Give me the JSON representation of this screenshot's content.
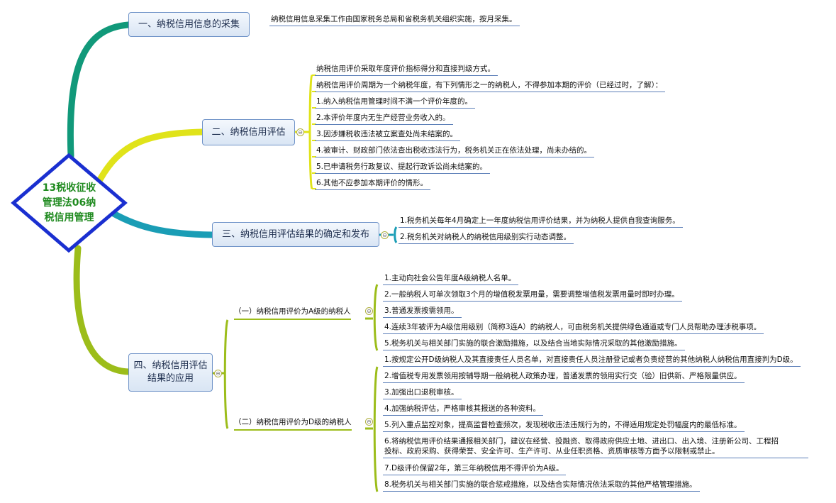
{
  "central": {
    "title": "13税收征收管理法06纳税信用管理"
  },
  "branches": [
    {
      "label": "一、纳税信用信息的采集",
      "color": "#11997a",
      "leaves": [
        "纳税信用信息采集工作由国家税务总局和省税务机关组织实施，按月采集。"
      ]
    },
    {
      "label": "二、纳税信用评估",
      "color": "#e0e31a",
      "leaves": [
        "纳税信用评价采取年度评价指标得分和直接判级方式。",
        "纳税信用评价周期为一个纳税年度，有下列情形之一的纳税人，不得参加本期的评价（已经过时，了解）：",
        "1.纳入纳税信用管理时间不满一个评价年度的。",
        "2.本评价年度内无生产经营业务收入的。",
        "3.因涉嫌税收违法被立案查处尚未结案的。",
        "4.被审计、财政部门依法查出税收违法行为，税务机关正在依法处理，尚未办结的。",
        "5.已申请税务行政复议、提起行政诉讼尚未结案的。",
        "6.其他不应参加本期评价的情形。"
      ]
    },
    {
      "label": "三、纳税信用评估结果的确定和发布",
      "color": "#1a9db5",
      "leaves": [
        "1.税务机关每年4月确定上一年度纳税信用评价结果，并为纳税人提供自我查询服务。",
        "2.税务机关对纳税人的纳税信用级别实行动态调整。"
      ]
    },
    {
      "label": "四、纳税信用评估结果的应用",
      "color": "#9cbd1a",
      "subs": [
        {
          "label": "（一）纳税信用评价为A级的纳税人",
          "leaves": [
            "1.主动向社会公告年度A级纳税人名单。",
            "2.一般纳税人可单次领取3个月的增值税发票用量，需要调整增值税发票用量时即时办理。",
            "3.普通发票按需领用。",
            "4.连续3年被评为A级信用级别（简称3连A）的纳税人，可由税务机关提供绿色通道或专门人员帮助办理涉税事项。",
            "5.税务机关与相关部门实施的联合激励措施，以及结合当地实际情况采取的其他激励措施。"
          ]
        },
        {
          "label": "（二）纳税信用评价为D级的纳税人",
          "leaves": [
            "1.按规定公开D级纳税人及其直接责任人员名单，对直接责任人员注册登记或者负责经营的其他纳税人纳税信用直接判为D级。",
            "2.增值税专用发票领用按辅导期一般纳税人政策办理，普通发票的领用实行交（验）旧供新、严格限量供应。",
            "3.加强出口退税审核。",
            "4.加强纳税评估，严格审核其报送的各种资料。",
            "5.列入重点监控对象，提高监督检查频次，发现税收违法违规行为的，不得适用规定处罚幅度内的最低标准。",
            "6.将纳税信用评价结果通报相关部门，建议在经营、投融资、取得政府供应土地、进出口、出入境、注册新公司、工程招",
            "投标、政府采购、获得荣誉、安全许可、生产许可、从业任职资格、资质审核等方面予以限制或禁止。",
            "7.D级评价保留2年，第三年纳税信用不得评价为A级。",
            "8.税务机关与相关部门实施的联合惩戒措施，以及结合实际情况依法采取的其他严格管理措施。"
          ]
        }
      ]
    }
  ],
  "toggle_symbol": "⊖"
}
